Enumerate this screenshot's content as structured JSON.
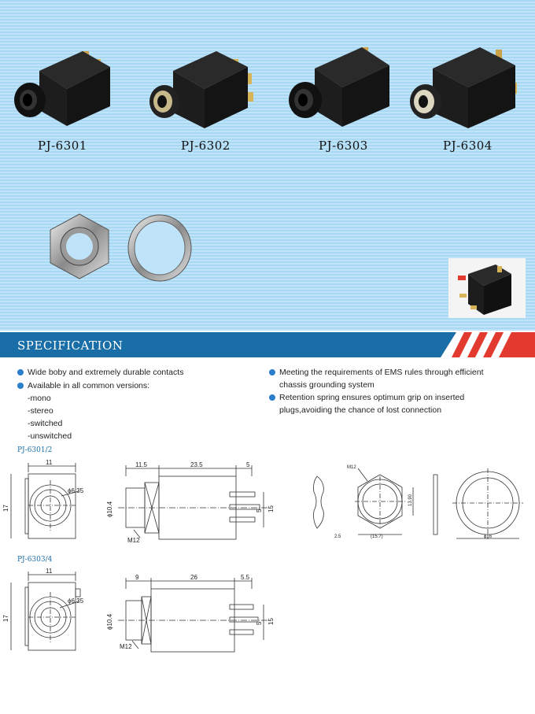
{
  "products": [
    {
      "label": "PJ-6301"
    },
    {
      "label": "PJ-6302"
    },
    {
      "label": "PJ-6303"
    },
    {
      "label": "PJ-6304"
    }
  ],
  "section": {
    "title": "SPECIFICATION"
  },
  "features_left": {
    "item1": "Wide boby and extremely durable contacts",
    "item2": "Available in all common versions:",
    "versions": [
      "-mono",
      "-stereo",
      "-switched",
      "-unswitched"
    ]
  },
  "features_right": {
    "item1_line1": "Meeting the requirements of EMS rules through efficient",
    "item1_line2": "chassis grounding system",
    "item2_line1": "Retention spring ensures optimum grip on inserted",
    "item2_line2": "plugs,avoiding the chance of lost connection"
  },
  "drawings": {
    "model1": {
      "label": "PJ-6301/2",
      "front_width": "11",
      "front_height": "17",
      "front_dia": "ϕ6.35",
      "side_d1": "11.5",
      "side_d2": "23.5",
      "side_d3": "5",
      "side_left": "ϕ10.4",
      "side_r1": "5",
      "side_r2": "15",
      "thread": "M12"
    },
    "nut": {
      "thread": "M12",
      "across": "13.90",
      "thick": "2.5",
      "width": "(15.7)",
      "washer": "ϕ16"
    },
    "model2": {
      "label": "PJ-6303/4",
      "front_width": "11",
      "front_height": "17",
      "front_dia": "ϕ6.35",
      "side_d1": "9",
      "side_d2": "26",
      "side_d3": "5.5",
      "side_left": "ϕ10.4",
      "side_r1": "5",
      "side_r2": "15",
      "thread": "M12"
    }
  },
  "colors": {
    "banner": "#1a6ea8",
    "accent_red": "#e23a2e",
    "bullet": "#2a7fcc"
  }
}
